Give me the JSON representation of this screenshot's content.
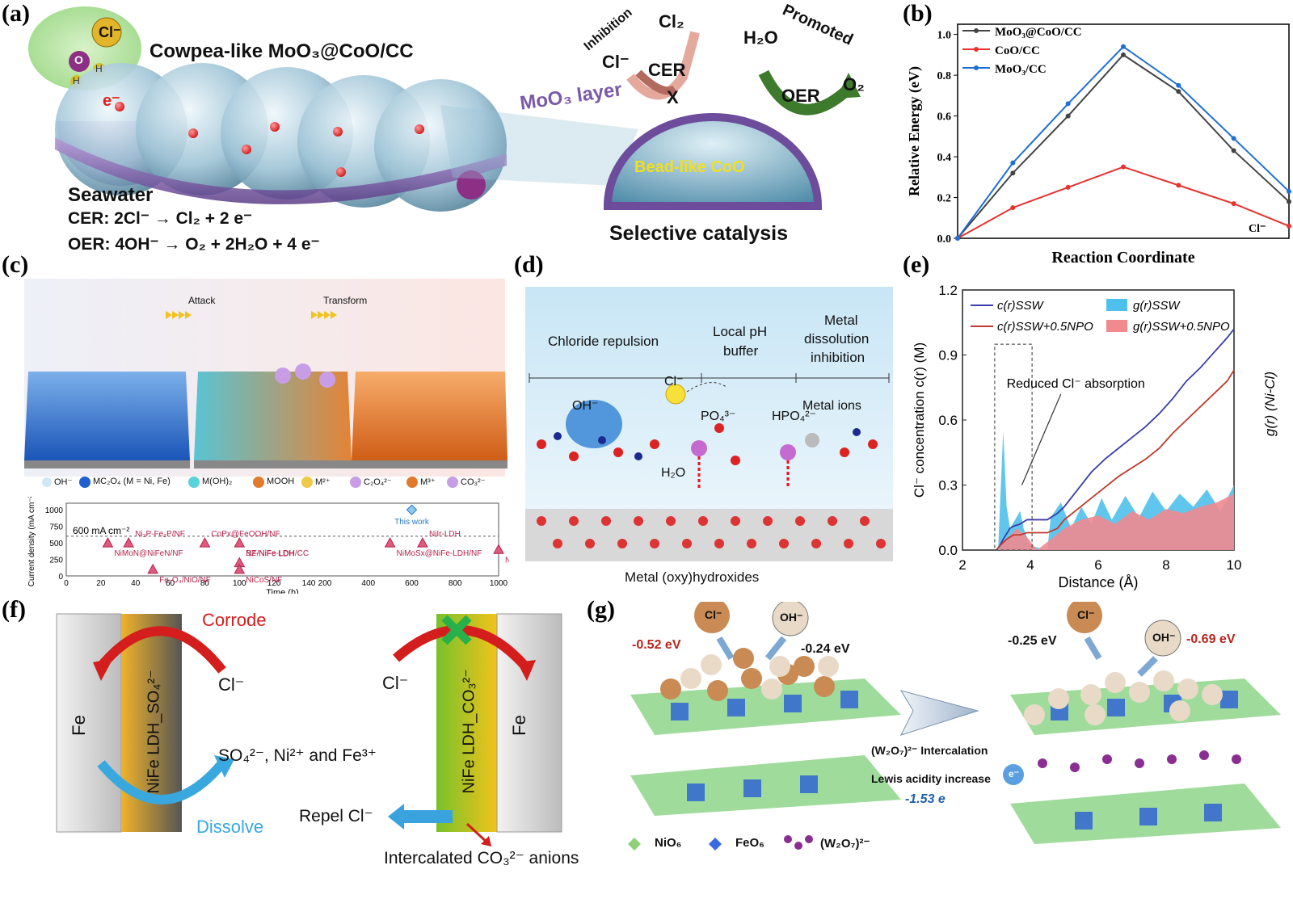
{
  "labels": {
    "a": "(a)",
    "b": "(b)",
    "c": "(c)",
    "d": "(d)",
    "e": "(e)",
    "f": "(f)",
    "g": "(g)"
  },
  "panel_a": {
    "cl_ion": "Cl⁻",
    "o": "O",
    "h": "H",
    "electron": "e⁻",
    "title": "Cowpea-like MoO₃@CoO/CC",
    "seawater": "Seawater",
    "cer_eq": "CER: 2Cl⁻ → Cl₂ + 2 e⁻",
    "oer_eq": "OER: 4OH⁻ → O₂ + 2H₂O + 4 e⁻",
    "moo3_layer": "MoO₃ layer",
    "bead": "Bead-like CoO",
    "inhibition": "Inhibition",
    "promoted": "Promoted",
    "cl2": "Cl₂",
    "cl_minus": "Cl⁻",
    "cer": "CER",
    "x_mark": "X",
    "h2o": "H₂O",
    "oer": "OER",
    "o2": "O₂",
    "selective": "Selective catalysis"
  },
  "panel_c": {
    "attack": "Attack",
    "transform": "Transform",
    "legend": [
      "OH⁻",
      "MC₂O₄ (M = Ni, Fe)",
      "M(OH)₂",
      "MOOH",
      "M²⁺",
      "C₂O₄²⁻",
      "M³⁺",
      "CO₃²⁻"
    ],
    "line_label": "600 mA cm⁻²",
    "points": [
      "NiMoN@NiFeN/NF",
      "Ni₂P-Fe₂P/NF",
      "Fe₃O₄/NiO/NF",
      "CoPx@FeOOH/NF",
      "BZ-NiFe-LDH/CC",
      "NF/NiFe LDH",
      "NiCoS/NF",
      "This work",
      "NiMoSx@NiFe-LDH/NF",
      "NiIr-LDH",
      "NiFe/NiSx/NF"
    ]
  },
  "panel_d": {
    "h1": "Chloride repulsion",
    "h2a": "Local pH",
    "h2b": "buffer",
    "h3a": "Metal",
    "h3b": "dissolution",
    "h3c": "inhibition",
    "cl": "Cl⁻",
    "metal_ions": "Metal ions",
    "oh": "OH⁻",
    "po4": "PO₄³⁻",
    "hpo4": "HPO₄²⁻",
    "h2o": "H₂O",
    "bottom": "Metal (oxy)hydroxides"
  },
  "panel_f": {
    "corrode": "Corrode",
    "dissolve": "Dissolve",
    "cl1": "Cl⁻",
    "cl2": "Cl⁻",
    "fe1": "Fe",
    "fe2": "Fe",
    "ldh1": "NiFe LDH_SO₄²⁻",
    "ldh2": "NiFe LDH_CO₃²⁻",
    "products": "SO₄²⁻, Ni²⁺ and Fe³⁺",
    "repel": "Repel Cl⁻",
    "intercalated": "Intercalated CO₃²⁻ anions"
  },
  "panel_g": {
    "e1": "-0.52 eV",
    "e2": "-0.24 eV",
    "e3": "-0.25 eV",
    "e4": "-0.69 eV",
    "cl": "Cl⁻",
    "oh": "OH⁻",
    "intercalation": "(W₂O₇)²⁻ Intercalation",
    "lewis": "Lewis acidity increase",
    "charge": "-1.53 e",
    "electron": "e⁻",
    "legend": [
      "NiO₆",
      "FeO₆",
      "(W₂O₇)²⁻"
    ]
  },
  "chart_data": [
    {
      "id": "b",
      "type": "line",
      "xlabel": "Reaction Coordinate",
      "ylabel": "Relative Energy (eV)",
      "ylim": [
        0,
        1.05
      ],
      "yticks": [
        0.0,
        0.2,
        0.4,
        0.6,
        0.8,
        1.0
      ],
      "annotation": "Cl⁻",
      "legend_position": "top-left",
      "x": [
        0,
        1,
        2,
        3,
        4,
        5,
        6,
        7
      ],
      "series": [
        {
          "name": "MoO₃@CoO/CC",
          "color": "#444444",
          "values": [
            0,
            0.32,
            0.6,
            0.9,
            0.72,
            0.43,
            0.18
          ]
        },
        {
          "name": "CoO/CC",
          "color": "#e8322f",
          "values": [
            0,
            0.15,
            0.25,
            0.35,
            0.26,
            0.17,
            0.06
          ]
        },
        {
          "name": "MoO₃/CC",
          "color": "#1f6fd1",
          "values": [
            0,
            0.37,
            0.66,
            0.94,
            0.75,
            0.49,
            0.23
          ]
        }
      ]
    },
    {
      "id": "c",
      "type": "scatter",
      "ylabel": "Current density (mA cm⁻²)",
      "xlabel": "Time (h)",
      "xticks": [
        "0",
        "20",
        "40",
        "60",
        "80",
        "100",
        "120",
        "140",
        "200",
        "400",
        "600",
        "800",
        "1000"
      ],
      "yticks": [
        0,
        250,
        500,
        750,
        1000
      ],
      "points": [
        {
          "name": "NiMoN@NiFeN/NF",
          "x": 24,
          "y": 500
        },
        {
          "name": "Ni₂P-Fe₂P/NF",
          "x": 36,
          "y": 500
        },
        {
          "name": "Fe₃O₄/NiO/NF",
          "x": 50,
          "y": 100
        },
        {
          "name": "CoPx@FeOOH/NF",
          "x": 80,
          "y": 500
        },
        {
          "name": "BZ-NiFe-LDH/CC",
          "x": 100,
          "y": 500
        },
        {
          "name": "NF/NiFe LDH",
          "x": 100,
          "y": 200
        },
        {
          "name": "NiCoS/NF",
          "x": 100,
          "y": 100
        },
        {
          "name": "This work",
          "x": 600,
          "y": 1000
        },
        {
          "name": "NiMoSx@NiFe-LDH/NF",
          "x": 500,
          "y": 500
        },
        {
          "name": "NiIr-LDH",
          "x": 650,
          "y": 500
        },
        {
          "name": "NiFe/NiSx/NF",
          "x": 1000,
          "y": 400
        }
      ],
      "threshold": 600
    },
    {
      "id": "e",
      "type": "line",
      "xlabel": "Distance (Å)",
      "ylabel": "Cl⁻ concentration c(r) (M)",
      "ylabel_right": "g(r) (Ni-Cl)",
      "xlim": [
        2,
        10
      ],
      "ylim": [
        0,
        1.2
      ],
      "xticks": [
        2,
        4,
        6,
        8,
        10
      ],
      "yticks": [
        0.0,
        0.3,
        0.6,
        0.9,
        1.2
      ],
      "annotation": "Reduced Cl⁻ absorption",
      "series": [
        {
          "name": "c(r)SSW",
          "color": "#3b3ea8",
          "x": [
            3.0,
            3.1,
            3.2,
            3.4,
            3.5,
            3.7,
            3.9,
            4.1,
            4.5,
            4.8,
            5.0,
            5.4,
            5.8,
            6.2,
            6.6,
            7.0,
            7.4,
            7.8,
            8.2,
            8.6,
            9.0,
            9.4,
            9.8,
            10.0
          ],
          "values": [
            0,
            0.02,
            0.05,
            0.1,
            0.11,
            0.12,
            0.14,
            0.14,
            0.14,
            0.17,
            0.2,
            0.28,
            0.36,
            0.42,
            0.47,
            0.52,
            0.57,
            0.63,
            0.7,
            0.78,
            0.84,
            0.91,
            0.98,
            1.02
          ]
        },
        {
          "name": "c(r)SSW+0.5NPO",
          "color": "#c0392b",
          "x": [
            3.0,
            3.1,
            3.3,
            3.5,
            3.7,
            3.9,
            4.1,
            4.5,
            4.8,
            5.0,
            5.4,
            5.8,
            6.2,
            6.6,
            7.0,
            7.4,
            7.8,
            8.2,
            8.6,
            9.0,
            9.4,
            9.8,
            10.0
          ],
          "values": [
            0,
            0.02,
            0.05,
            0.07,
            0.07,
            0.08,
            0.08,
            0.08,
            0.1,
            0.14,
            0.19,
            0.24,
            0.29,
            0.34,
            0.38,
            0.42,
            0.47,
            0.54,
            0.6,
            0.66,
            0.72,
            0.78,
            0.83
          ]
        },
        {
          "name": "g(r)SSW",
          "color": "#4fc0ec",
          "type": "area"
        },
        {
          "name": "g(r)SSW+0.5NPO",
          "color": "#f08a8f",
          "type": "area"
        }
      ]
    }
  ]
}
